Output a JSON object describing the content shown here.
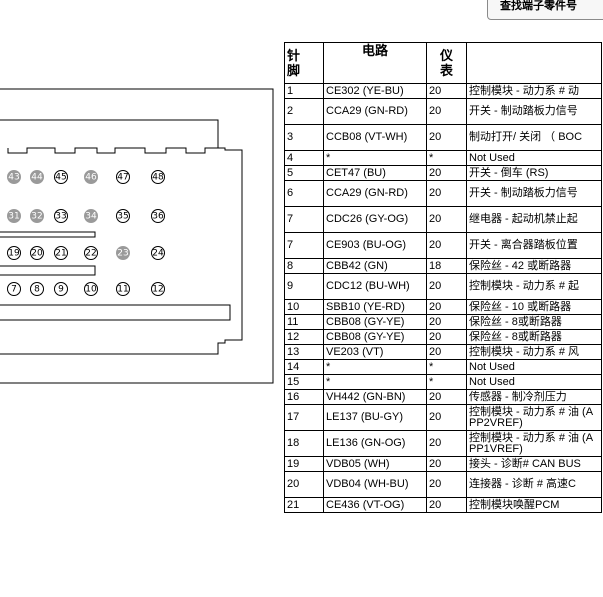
{
  "top_button": {
    "label": "查找端子零件号"
  },
  "headers": {
    "pin": "针脚",
    "circuit": "电路",
    "gauge": "仪表",
    "description": ""
  },
  "rows": [
    {
      "pin": "1",
      "circuit": "CE302 (YE-BU)",
      "gauge": "20",
      "desc": "控制模块 - 动力系 # 动"
    },
    {
      "pin": "2",
      "circuit": "CCA29 (GN-RD)",
      "gauge": "20",
      "desc": "开关 - 制动踏板力信号"
    },
    {
      "pin": "3",
      "circuit": "CCB08 (VT-WH)",
      "gauge": "20",
      "desc": "制动打开/ 关闭 （ BOC"
    },
    {
      "pin": "4",
      "circuit": "*",
      "gauge": "*",
      "desc": "Not Used"
    },
    {
      "pin": "5",
      "circuit": "CET47 (BU)",
      "gauge": "20",
      "desc": "开关 - 倒车 (RS)"
    },
    {
      "pin": "6",
      "circuit": "CCA29 (GN-RD)",
      "gauge": "20",
      "desc": "开关 - 制动踏板力信号"
    },
    {
      "pin": "7",
      "circuit": "CDC26 (GY-OG)",
      "gauge": "20",
      "desc": "继电器 - 起动机禁止起"
    },
    {
      "pin": "7",
      "circuit": "CE903 (BU-OG)",
      "gauge": "20",
      "desc": "开关 - 离合器踏板位置"
    },
    {
      "pin": "8",
      "circuit": "CBB42 (GN)",
      "gauge": "18",
      "desc": "保险丝 - 42 或断路器"
    },
    {
      "pin": "9",
      "circuit": "CDC12 (BU-WH)",
      "gauge": "20",
      "desc": "控制模块 - 动力系 # 起"
    },
    {
      "pin": "10",
      "circuit": "SBB10 (YE-RD)",
      "gauge": "20",
      "desc": "保险丝 - 10 或断路器"
    },
    {
      "pin": "11",
      "circuit": "CBB08 (GY-YE)",
      "gauge": "20",
      "desc": "保险丝 - 8或断路器"
    },
    {
      "pin": "12",
      "circuit": "CBB08 (GY-YE)",
      "gauge": "20",
      "desc": "保险丝 - 8或断路器"
    },
    {
      "pin": "13",
      "circuit": "VE203 (VT)",
      "gauge": "20",
      "desc": "控制模块 - 动力系 # 风"
    },
    {
      "pin": "14",
      "circuit": "*",
      "gauge": "*",
      "desc": "Not Used"
    },
    {
      "pin": "15",
      "circuit": "*",
      "gauge": "*",
      "desc": "Not Used"
    },
    {
      "pin": "16",
      "circuit": "VH442 (GN-BN)",
      "gauge": "20",
      "desc": "传感器 - 制冷剂压力"
    },
    {
      "pin": "17",
      "circuit": "LE137 (BU-GY)",
      "gauge": "20",
      "desc": "控制模块 - 动力系 # 油 (APP2VREF)"
    },
    {
      "pin": "18",
      "circuit": "LE136 (GN-OG)",
      "gauge": "20",
      "desc": "控制模块 - 动力系 # 油 (APP1VREF)"
    },
    {
      "pin": "19",
      "circuit": "VDB05 (WH)",
      "gauge": "20",
      "desc": "接头 - 诊断# CAN BUS"
    },
    {
      "pin": "20",
      "circuit": "VDB04 (WH-BU)",
      "gauge": "20",
      "desc": "连接器 - 诊断 # 高速C"
    },
    {
      "pin": "21",
      "circuit": "CE436 (VT-OG)",
      "gauge": "20",
      "desc": "控制模块唤醒PCM"
    }
  ],
  "connector": {
    "rows": [
      [
        "43",
        "44",
        "45",
        "46",
        "47",
        "48"
      ],
      [
        "31",
        "32",
        "33",
        "34",
        "35",
        "36"
      ],
      [
        "19",
        "20",
        "21",
        "22",
        "23",
        "24"
      ],
      [
        "7",
        "8",
        "9",
        "10",
        "11",
        "12"
      ]
    ],
    "unused_pins": [
      "43",
      "44",
      "46",
      "31",
      "32",
      "34",
      "23"
    ]
  },
  "colors": {
    "unused_pin_fill": "#9a9a9a",
    "pin_stroke": "#000000",
    "border": "#000000"
  }
}
